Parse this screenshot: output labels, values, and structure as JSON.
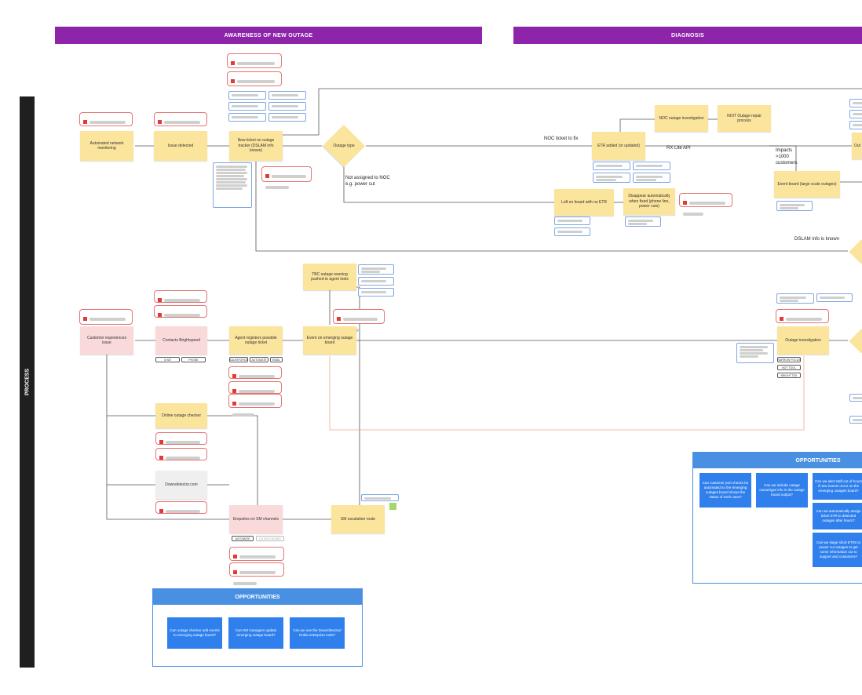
{
  "phases": {
    "awareness": "AWARENESS OF NEW OUTAGE",
    "diagnosis": "DIAGNOSIS"
  },
  "lane": "PROCESS",
  "nodes": {
    "automated_monitoring": "Automated network monitoring",
    "issue_detected": "Issue detected",
    "new_ticket": "New ticket on outage tracker (DSLAM info known)",
    "outage_type": "Outage type",
    "noc_investigation": "NOC outage investigation",
    "noit": "NOIT Outage repair process",
    "etr_added": "ETR added (or updated)",
    "event_board": "Event board (large scale outages)",
    "outage_cut": "Out",
    "left_on_board": "Left on board with no ETR",
    "disappear": "Disappear automatically when fixed (phone line, power cuts)",
    "customer_issue": "Customer experiences issue",
    "contacts": "Contacts Brightspeed",
    "agent_registers": "Agent registers possible outage ticket",
    "event_emerging": "Event on emerging outage board",
    "tbc_warning": "TBC outage warning pushed to agent tools",
    "outage_investigation": "Outage investigation",
    "online_checker": "Online outage checker",
    "downdetector": "Downdetector.com",
    "enquiries_sm": "Enquiries on SM channels",
    "sm_escalation": "SM escalation route"
  },
  "edge_labels": {
    "noc_ticket": "NOC ticket to fix",
    "rx_lite": "RX Lite API",
    "impacts": "Impacts >1000 customers",
    "not_assigned": "Not assigned to NOC e.g. power cut",
    "dslam_known": "DSLAM info is known"
  },
  "tags": {
    "contacts": [
      "CHAT",
      "PHONE"
    ],
    "agent": [
      "SALESFORCE",
      "AUTOMATE",
      "EMAIL"
    ],
    "investigation": [
      "NARROW FOCUS",
      "NOT TOOL",
      "BRIGHT TEK"
    ],
    "sm": [
      "AUTOMATE",
      "OUTAGE BOARD"
    ]
  },
  "opportunities_left": {
    "title": "OPPORTUNITIES",
    "cards": [
      "Can outage checker add events to emerging outage board?",
      "Can SM managers update emerging outage board?",
      "Can we use the Downdetector/ Ookla enterprise tools?"
    ]
  },
  "opportunities_right": {
    "title": "OPPORTUNITIES",
    "cards": [
      "Can customer port checks be automated so the emerging outages board shows the status of each case?",
      "Can we include outage cause/type info in the outage board output?",
      "Can we alert staff out of hours if new events occur on the emerging outages board?",
      "Can we automatically assign ticket ETR to detected outages after hours?",
      "Can we stage short ETRs to power cut outages to get some information out to support and customers?"
    ]
  }
}
